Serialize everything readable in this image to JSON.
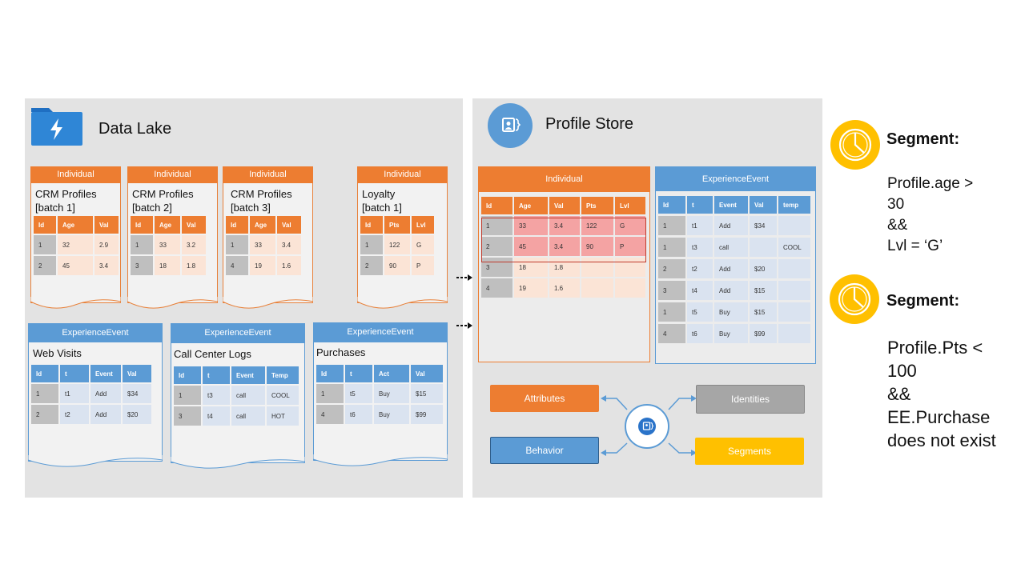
{
  "data_lake": {
    "title": "Data Lake",
    "docs": [
      {
        "header": "Individual",
        "name": "CRM Profiles\n[batch 1]",
        "cols": [
          "Id",
          "Age",
          "Val"
        ],
        "rows": [
          [
            "1",
            "32",
            "2.9"
          ],
          [
            "2",
            "45",
            "3.4"
          ]
        ]
      },
      {
        "header": "Individual",
        "name": "CRM Profiles\n[batch 2]",
        "cols": [
          "Id",
          "Age",
          "Val"
        ],
        "rows": [
          [
            "1",
            "33",
            "3.2"
          ],
          [
            "3",
            "18",
            "1.8"
          ]
        ]
      },
      {
        "header": "Individual",
        "name": "CRM Profiles\n[batch 3]",
        "cols": [
          "Id",
          "Age",
          "Val"
        ],
        "rows": [
          [
            "1",
            "33",
            "3.4"
          ],
          [
            "4",
            "19",
            "1.6"
          ]
        ]
      },
      {
        "header": "Individual",
        "name": "Loyalty\n[batch 1]",
        "cols": [
          "Id",
          "Pts",
          "Lvl"
        ],
        "rows": [
          [
            "1",
            "122",
            "G"
          ],
          [
            "2",
            "90",
            "P"
          ]
        ]
      },
      {
        "header": "ExperienceEvent",
        "name": "Web Visits",
        "cols": [
          "Id",
          "t",
          "Event",
          "Val"
        ],
        "rows": [
          [
            "1",
            "t1",
            "Add",
            "$34"
          ],
          [
            "2",
            "t2",
            "Add",
            "$20"
          ]
        ]
      },
      {
        "header": "ExperienceEvent",
        "name": "Call Center Logs",
        "cols": [
          "Id",
          "t",
          "Event",
          "Temp"
        ],
        "rows": [
          [
            "1",
            "t3",
            "call",
            "COOL"
          ],
          [
            "3",
            "t4",
            "call",
            "HOT"
          ]
        ]
      },
      {
        "header": "ExperienceEvent",
        "name": "Purchases",
        "cols": [
          "Id",
          "t",
          "Act",
          "Val"
        ],
        "rows": [
          [
            "1",
            "t5",
            "Buy",
            "$15"
          ],
          [
            "4",
            "t6",
            "Buy",
            "$99"
          ]
        ]
      }
    ]
  },
  "profile_store": {
    "title": "Profile Store",
    "individual": {
      "header": "Individual",
      "cols": [
        "Id",
        "Age",
        "Val",
        "Pts",
        "Lvl"
      ],
      "rows": [
        [
          "1",
          "33",
          "3.4",
          "122",
          "G"
        ],
        [
          "2",
          "45",
          "3.4",
          "90",
          "P"
        ],
        [
          "3",
          "18",
          "1.8",
          "",
          ""
        ],
        [
          "4",
          "19",
          "1.6",
          "",
          ""
        ]
      ]
    },
    "experience_event": {
      "header": "ExperienceEvent",
      "cols": [
        "Id",
        "t",
        "Event",
        "Val",
        "temp"
      ],
      "rows": [
        [
          "1",
          "t1",
          "Add",
          "$34",
          ""
        ],
        [
          "1",
          "t3",
          "call",
          "",
          "COOL"
        ],
        [
          "2",
          "t2",
          "Add",
          "$20",
          ""
        ],
        [
          "3",
          "t4",
          "Add",
          "$15",
          ""
        ],
        [
          "1",
          "t5",
          "Buy",
          "$15",
          ""
        ],
        [
          "4",
          "t6",
          "Buy",
          "$99",
          ""
        ]
      ]
    },
    "hub": {
      "attributes": "Attributes",
      "behavior": "Behavior",
      "identities": "Identities",
      "segments": "Segments"
    }
  },
  "segments": [
    {
      "title": "Segment:",
      "rule": [
        "Profile.age >",
        "30",
        "&&",
        "Lvl = ‘G’"
      ]
    },
    {
      "title": "Segment:",
      "rule": [
        "Profile.Pts <",
        "100",
        "&&",
        "EE.Purchase",
        "does not exist"
      ]
    }
  ],
  "colors": {
    "orange": "#ed7d31",
    "blue": "#5b9bd5",
    "yellow": "#ffc000",
    "gray": "#a6a6a6"
  }
}
